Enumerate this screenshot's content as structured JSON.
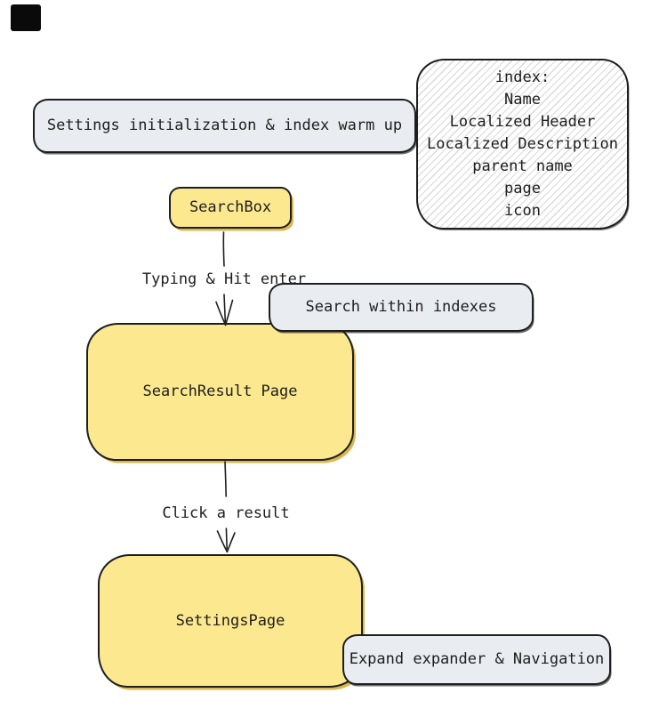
{
  "diagram": {
    "nodes": {
      "settings_init": {
        "label": "Settings initialization & index warm up"
      },
      "index_note": {
        "lines": [
          "index:",
          "Name",
          "Localized Header",
          "Localized Description",
          "parent name",
          "page",
          "icon"
        ]
      },
      "search_box": {
        "label": "SearchBox"
      },
      "search_within": {
        "label": "Search within indexes"
      },
      "search_result": {
        "label": "SearchResult Page"
      },
      "settings_page": {
        "label": "SettingsPage"
      },
      "expand_nav": {
        "label": "Expand expander & Navigation"
      }
    },
    "edges": {
      "typing": {
        "label": "Typing & Hit enter"
      },
      "click": {
        "label": "Click a result"
      }
    },
    "colors": {
      "stroke": "#1e1e1e",
      "node_yellow": "#fce98f",
      "node_gray": "#e9edf1",
      "hatch_line": "#d9d9d9",
      "yellow_understroke": "#dcb54e",
      "corner_marker": "#0a0a0a",
      "background": "#ffffff"
    }
  }
}
